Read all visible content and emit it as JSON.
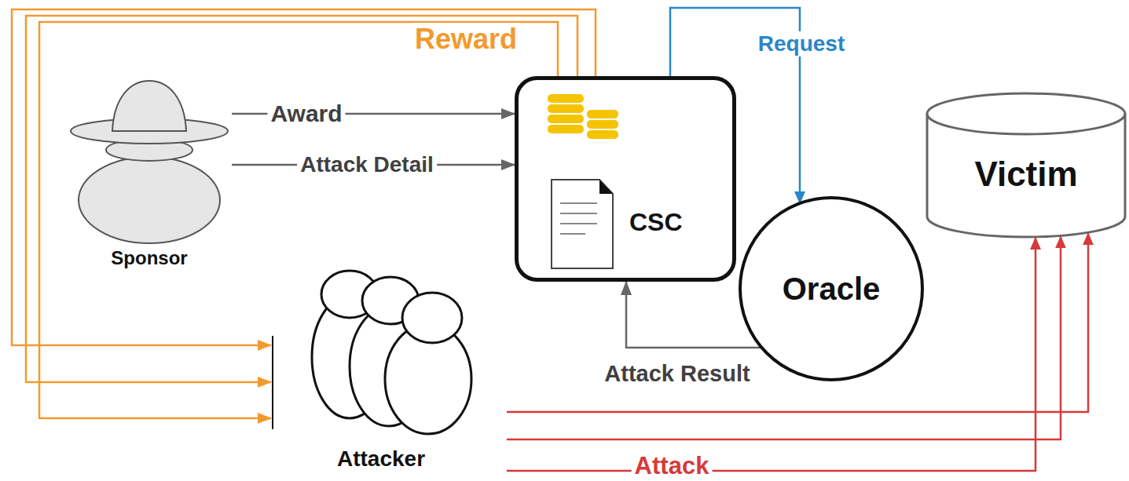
{
  "diagram": {
    "nodes": [
      {
        "text": [
          "Sponsor"
        ]
      },
      {
        "text": [
          "CSC"
        ]
      },
      {
        "text": [
          "Oracle"
        ]
      },
      {
        "text": [
          "Victim"
        ]
      },
      {
        "text": [
          "Attacker"
        ]
      }
    ],
    "edges": [
      {
        "from": 0,
        "to": 1,
        "label": "Award",
        "arrow": "to"
      },
      {
        "from": 0,
        "to": 1,
        "label": "Attack Detail",
        "arrow": "to"
      },
      {
        "from": 1,
        "to": 2,
        "label": "Request",
        "arrow": "to"
      },
      {
        "from": 2,
        "to": 1,
        "label": "Attack Result",
        "arrow": "to"
      },
      {
        "from": 1,
        "to": 4,
        "label": "Reward",
        "arrow": "to"
      },
      {
        "from": 1,
        "to": 4,
        "arrow": "to"
      },
      {
        "from": 1,
        "to": 4,
        "arrow": "to"
      },
      {
        "from": 4,
        "to": 3,
        "label": "Attack",
        "arrow": "to"
      },
      {
        "from": 4,
        "to": 3,
        "arrow": "to"
      },
      {
        "from": 4,
        "to": 3,
        "arrow": "to"
      }
    ]
  }
}
